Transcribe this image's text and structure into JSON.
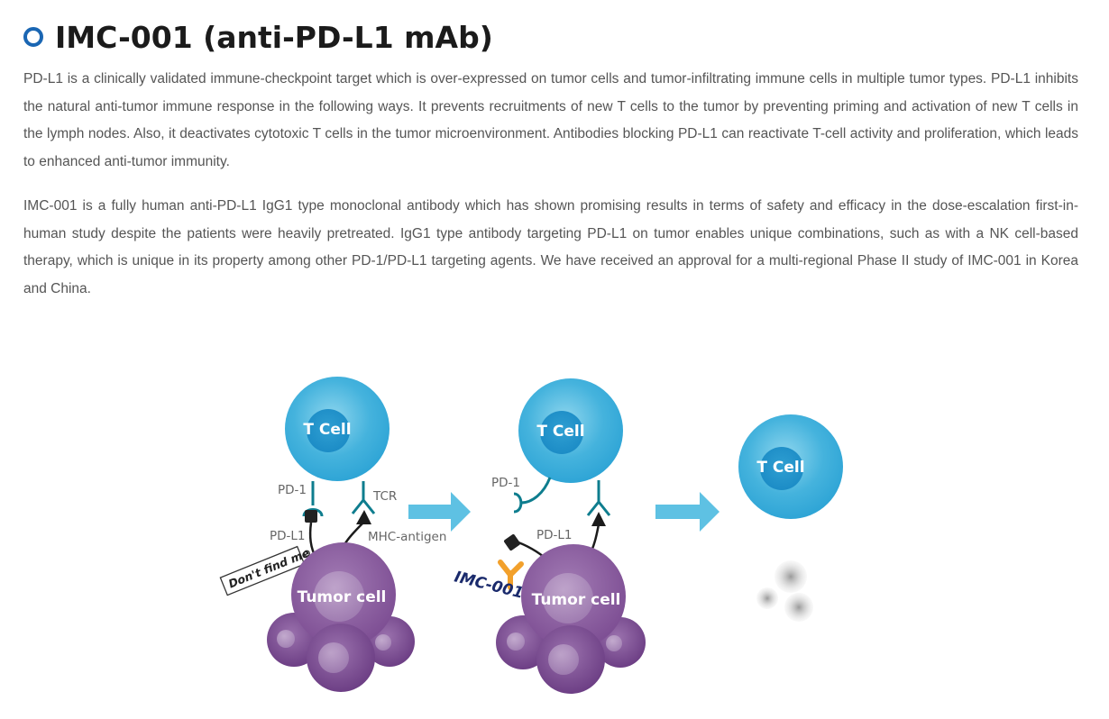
{
  "header": {
    "title": "IMC-001 (anti-PD-L1 mAb)"
  },
  "paragraphs": [
    "PD-L1 is a clinically validated immune-checkpoint target which is over-expressed on tumor cells and tumor-infiltrating immune cells in multiple tumor types. PD-L1 inhibits the natural anti-tumor immune response in the following ways. It prevents recruitments of new T cells to the tumor by preventing priming and activation of new T cells in the lymph nodes. Also, it deactivates cytotoxic T cells in the tumor microenvironment. Antibodies blocking PD-L1 can reactivate T-cell activity and proliferation, which leads to enhanced anti-tumor immunity.",
    "IMC-001 is a fully human anti-PD-L1 IgG1 type monoclonal antibody which has shown promising results in terms of safety and efficacy in the dose-escalation first-in-human study despite the patients were heavily pretreated. IgG1 type antibody targeting PD-L1 on tumor enables unique combinations, such as with a NK cell-based therapy, which is unique in its property among other PD-1/PD-L1 targeting agents. We have received an approval for a multi-regional Phase II study of IMC-001 in Korea and China."
  ],
  "diagram": {
    "panel1": {
      "t_cell": "T Cell",
      "pd1": "PD-1",
      "tcr": "TCR",
      "pdl1": "PD-L1",
      "mhc": "MHC-antigen",
      "tag": "Don't find me",
      "tumor_cell": "Tumor cell"
    },
    "panel2": {
      "t_cell": "T Cell",
      "pd1": "PD-1",
      "pdl1": "PD-L1",
      "drug": "IMC-001",
      "tumor_cell": "Tumor cell"
    },
    "panel3": {
      "t_cell": "T Cell"
    },
    "colors": {
      "accent": "#1a66b3",
      "t_cell": "#4fb3dc",
      "tumor": "#8a5a9e",
      "receptor": "#0e7d8e",
      "arrow": "#5ec1e3",
      "antibody": "#f2a02b",
      "drug_label": "#1a2a6c"
    }
  }
}
